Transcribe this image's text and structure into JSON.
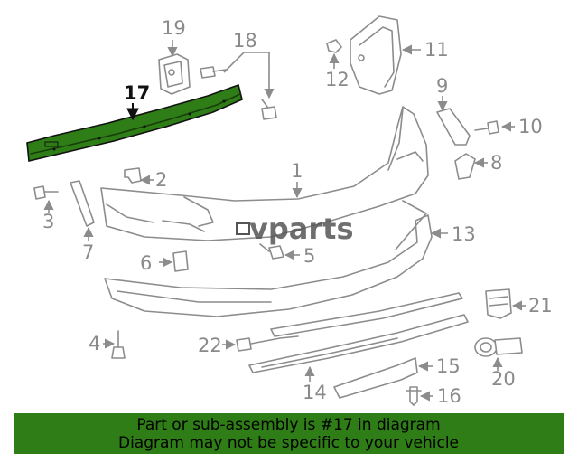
{
  "diagram": {
    "highlight_color": "#2e7d16",
    "callouts": {
      "p1": "1",
      "p2": "2",
      "p3": "3",
      "p4": "4",
      "p5": "5",
      "p6": "6",
      "p7": "7",
      "p8": "8",
      "p9": "9",
      "p10": "10",
      "p11": "11",
      "p12": "12",
      "p13": "13",
      "p14": "14",
      "p15": "15",
      "p16": "16",
      "p17": "17",
      "p18": "18",
      "p19": "19",
      "p20": "20",
      "p21": "21",
      "p22": "22"
    },
    "highlighted_part": "17",
    "watermark": "vparts"
  },
  "banner": {
    "line1": "Part or sub-assembly is #17 in diagram",
    "line2": "Diagram may not be specific to your vehicle",
    "background": "#2e7d16"
  }
}
